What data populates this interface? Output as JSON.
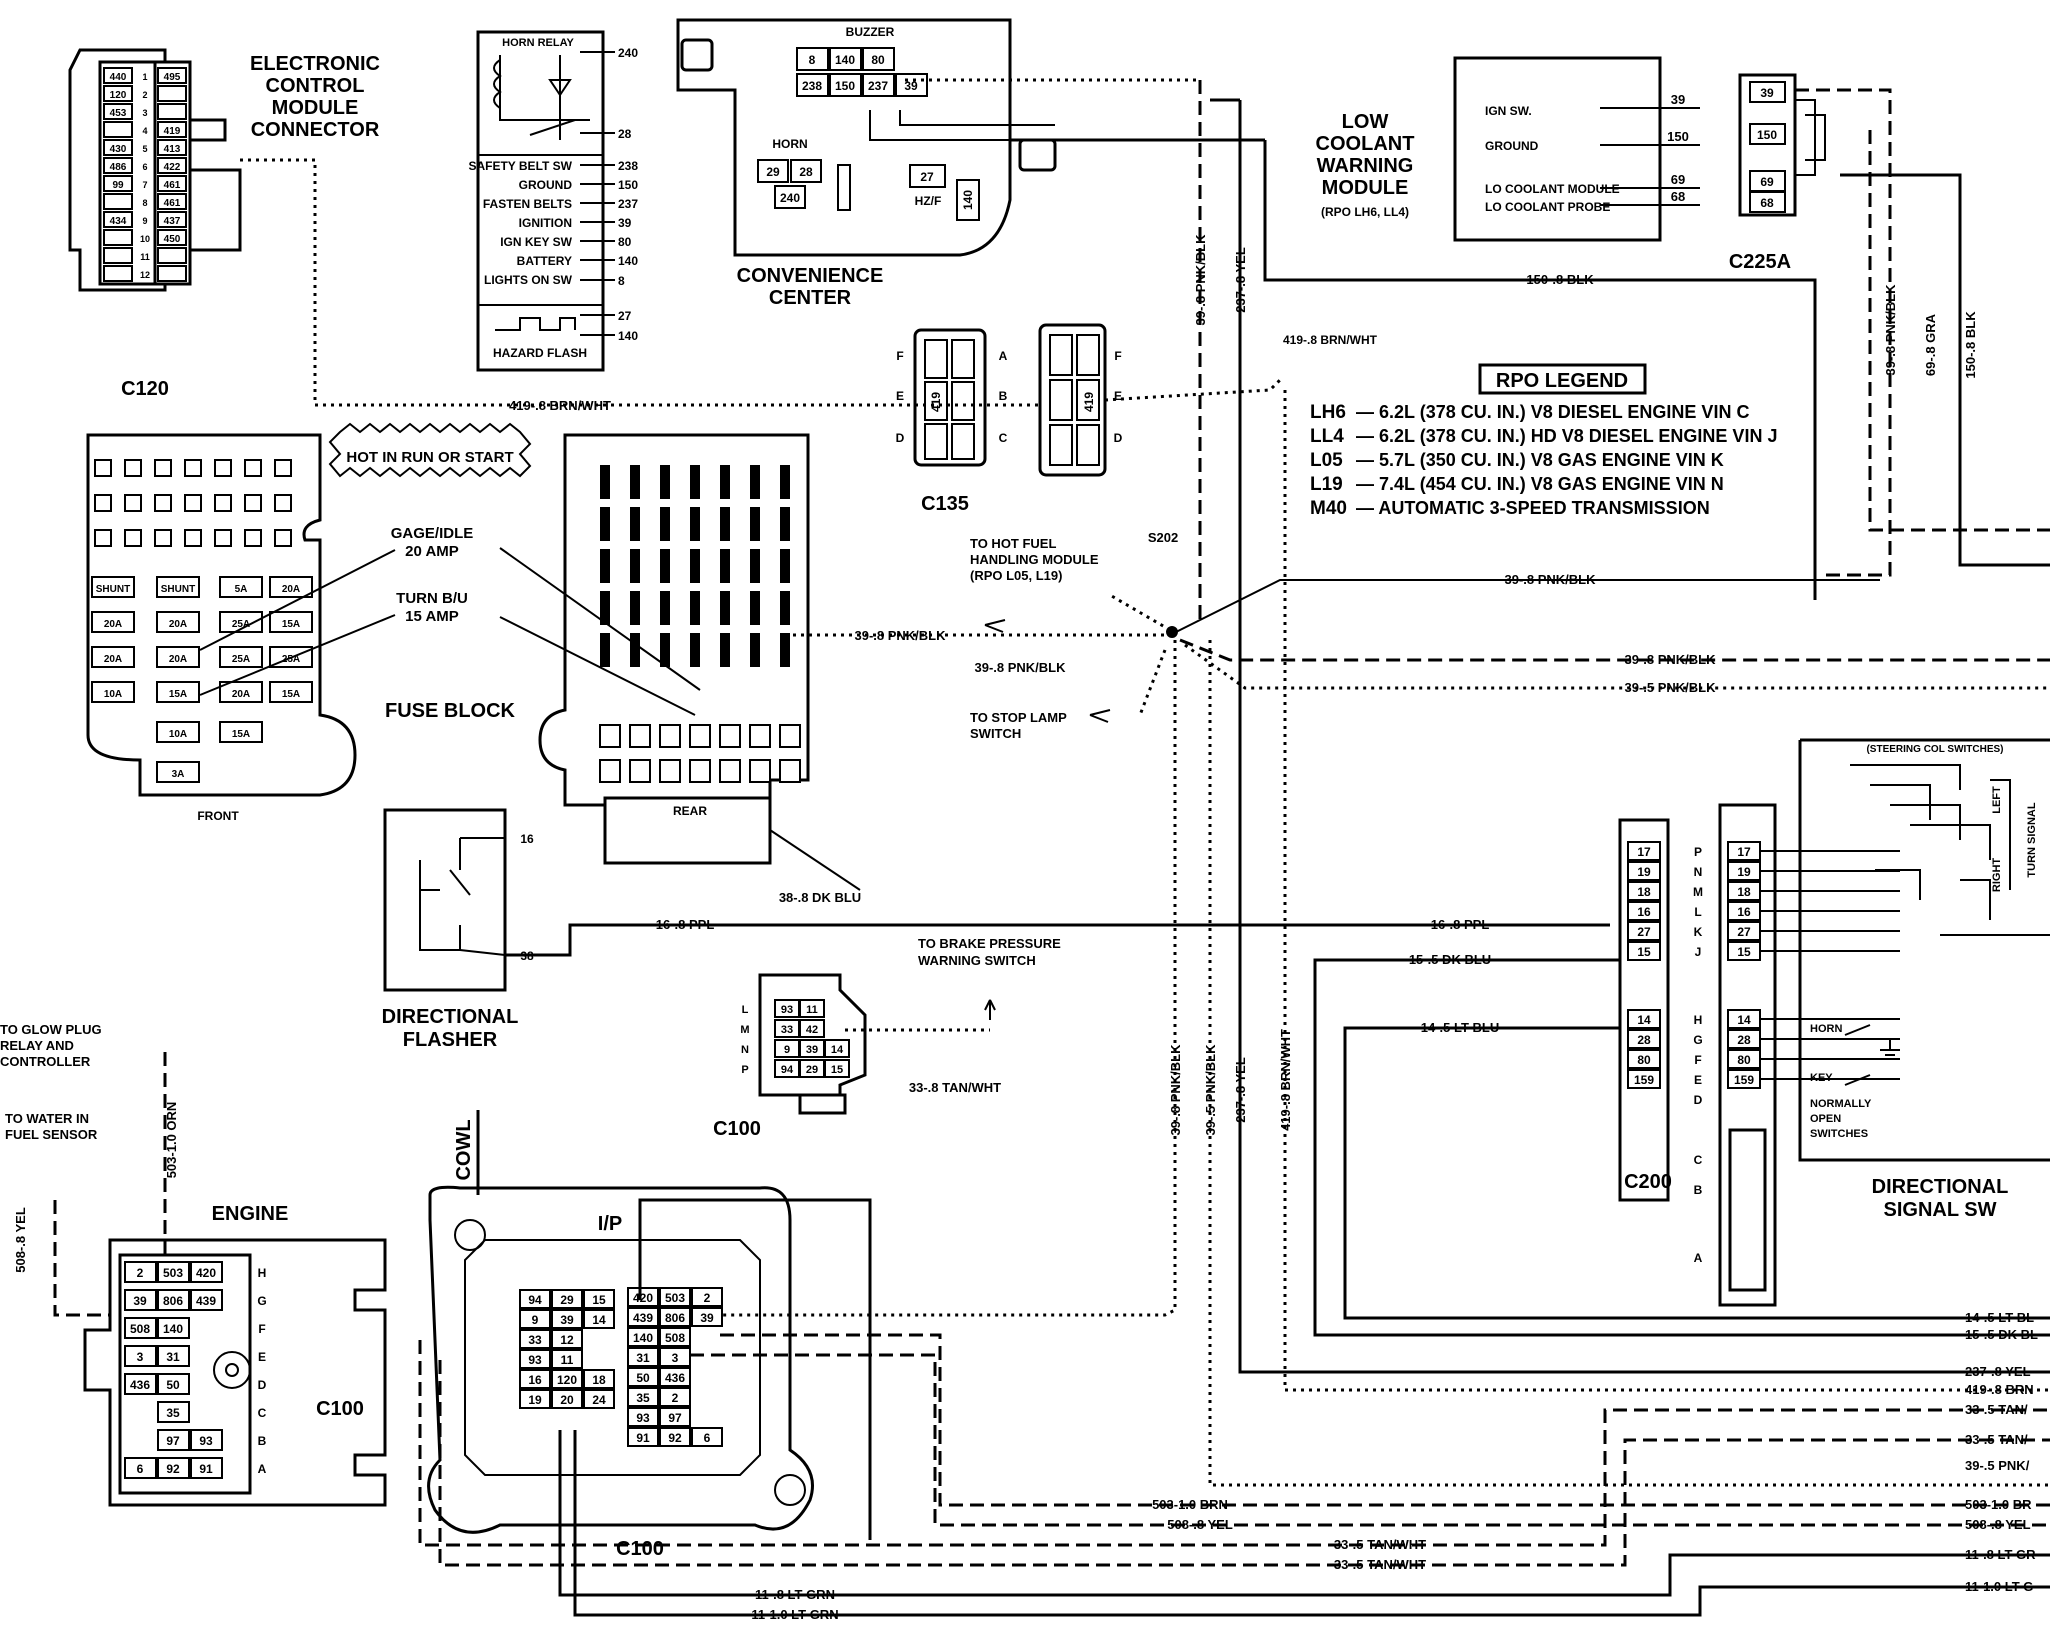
{
  "connectors": {
    "ecm_title": [
      "ELECTRONIC",
      "CONTROL",
      "MODULE",
      "CONNECTOR"
    ],
    "c120_label": "C120",
    "c120_pins": [
      "440",
      "120",
      "453",
      "",
      "430",
      "486",
      "99",
      "",
      "434"
    ],
    "c120_pins_r": [
      "495",
      "",
      "",
      "419",
      "413",
      "422",
      "461",
      "461",
      "437",
      "450"
    ],
    "c120_nums": [
      "1",
      "2",
      "3",
      "4",
      "5",
      "6",
      "7",
      "8",
      "9",
      "10",
      "11",
      "12"
    ],
    "c135_label": "C135",
    "c135_pin": "419",
    "c135_letters": [
      "F",
      "E",
      "D",
      "A",
      "B",
      "C",
      "F",
      "E",
      "D"
    ],
    "c225a_label": "C225A",
    "c225a_pins": [
      "39",
      "150",
      "69",
      "68"
    ],
    "c100_top_label": "C100",
    "c100_top_pins": [
      [
        "93",
        "11"
      ],
      [
        "33",
        "42"
      ],
      [
        "9",
        "39",
        "14"
      ],
      [
        "94",
        "29",
        "15"
      ]
    ],
    "c100_top_letters": [
      "L",
      "M",
      "N",
      "P"
    ],
    "c100_engine_label": "C100",
    "c100_ip_label": "C100",
    "c200_label": "C200",
    "c200_pins": [
      "17",
      "19",
      "18",
      "16",
      "27",
      "15",
      "14",
      "28",
      "80",
      "159"
    ],
    "c200_letters": [
      "P",
      "N",
      "M",
      "L",
      "K",
      "J",
      "H",
      "G",
      "F",
      "E",
      "D",
      "C",
      "B",
      "A"
    ]
  },
  "horn_relay": {
    "title": "HORN RELAY",
    "rows": [
      "SAFETY BELT SW",
      "GROUND",
      "FASTEN BELTS",
      "IGNITION",
      "IGN KEY SW",
      "BATTERY",
      "LIGHTS ON SW"
    ],
    "pins": [
      "240",
      "28",
      "238",
      "150",
      "237",
      "39",
      "80",
      "140",
      "8",
      "27",
      "140"
    ],
    "hazard": "HAZARD FLASH"
  },
  "convenience": {
    "title": [
      "CONVENIENCE",
      "CENTER"
    ],
    "buzzer": "BUZZER",
    "buzzer_pins": [
      "8",
      "140",
      "80",
      "238",
      "150",
      "237",
      "39"
    ],
    "horn": "HORN",
    "horn_pins": [
      "29",
      "28",
      "240"
    ],
    "hz": "HZ/F",
    "hz_pins": [
      "27",
      "140"
    ]
  },
  "low_coolant": {
    "title": [
      "LOW",
      "COOLANT",
      "WARNING",
      "MODULE"
    ],
    "rpo": "(RPO LH6, LL4)",
    "rows": [
      "IGN SW.",
      "GROUND",
      "LO COOLANT MODULE",
      "LO COOLANT PROBE"
    ],
    "pins": [
      "39",
      "150",
      "69",
      "68"
    ]
  },
  "rpo_legend": {
    "title": "RPO LEGEND",
    "items": [
      {
        "code": "LH6",
        "text": "— 6.2L (378 CU. IN.) V8 DIESEL ENGINE VIN C"
      },
      {
        "code": "LL4",
        "text": "— 6.2L (378 CU. IN.) HD V8 DIESEL ENGINE VIN J"
      },
      {
        "code": "L05",
        "text": "— 5.7L (350 CU. IN.) V8 GAS ENGINE VIN K"
      },
      {
        "code": "L19",
        "text": "— 7.4L (454 CU. IN.) V8 GAS ENGINE VIN N"
      },
      {
        "code": "M40",
        "text": "— AUTOMATIC 3-SPEED TRANSMISSION"
      }
    ]
  },
  "fuse_block": {
    "title": "FUSE BLOCK",
    "hot": "HOT IN RUN OR START",
    "front": "FRONT",
    "rear": "REAR",
    "gage": [
      "GAGE/IDLE",
      "20 AMP"
    ],
    "turn": [
      "TURN B/U",
      "15 AMP"
    ],
    "fuses": [
      "SHUNT",
      "SHUNT",
      "5A",
      "20A",
      "20A",
      "20A",
      "25A",
      "15A",
      "20A",
      "20A",
      "25A",
      "25A",
      "10A",
      "15A",
      "20A",
      "15A",
      "10A",
      "15A",
      "3A"
    ]
  },
  "flasher": {
    "title": [
      "DIRECTIONAL",
      "FLASHER"
    ],
    "pins": [
      "16",
      "38"
    ]
  },
  "directional_sw": {
    "title": [
      "DIRECTIONAL",
      "SIGNAL SW"
    ],
    "steering": "(STEERING COL SWITCHES)",
    "left": "LEFT",
    "right": "RIGHT",
    "turn_signal": "TURN SIGNAL",
    "horn": "HORN",
    "key": "KEY",
    "normally": [
      "NORMALLY",
      "OPEN",
      "SWITCHES"
    ]
  },
  "engine": {
    "label": "ENGINE",
    "pins": [
      [
        "2",
        "503",
        "420"
      ],
      [
        "39",
        "806",
        "439"
      ],
      [
        "508",
        "140",
        ""
      ],
      [
        "3",
        "31",
        ""
      ],
      [
        "436",
        "50",
        ""
      ],
      [
        "",
        "35",
        ""
      ],
      [
        "",
        "97",
        "93"
      ],
      [
        "6",
        "92",
        "91"
      ]
    ],
    "letters": [
      "H",
      "G",
      "F",
      "E",
      "D",
      "C",
      "B",
      "A"
    ]
  },
  "ip": {
    "cowl": "COWL",
    "label": "I/P",
    "left_pins": [
      [
        "94",
        "29",
        "15"
      ],
      [
        "9",
        "39",
        "14"
      ],
      [
        "33",
        "12",
        ""
      ],
      [
        "93",
        "11",
        ""
      ],
      [
        "16",
        "120",
        "18"
      ],
      [
        "19",
        "20",
        "24"
      ]
    ],
    "right_pins": [
      [
        "420",
        "503",
        "2"
      ],
      [
        "439",
        "806",
        "39"
      ],
      [
        "140",
        "508",
        ""
      ],
      [
        "31",
        "3",
        ""
      ],
      [
        "50",
        "436",
        ""
      ],
      [
        "35",
        "2",
        ""
      ],
      [
        "93",
        "97",
        ""
      ],
      [
        "91",
        "92",
        "6"
      ]
    ]
  },
  "notes": {
    "hot_fuel": [
      "TO HOT FUEL",
      "HANDLING MODULE",
      "(RPO L05, L19)"
    ],
    "stop_lamp": [
      "TO STOP LAMP",
      "SWITCH"
    ],
    "brake": [
      "TO BRAKE PRESSURE",
      "WARNING SWITCH"
    ],
    "glow": [
      "TO GLOW PLUG",
      "RELAY AND",
      "CONTROLLER"
    ],
    "water": [
      "TO WATER IN",
      "FUEL SENSOR"
    ],
    "s202": "S202"
  },
  "wires": {
    "w419": "419-.8 BRN/WHT",
    "w419b": "419-.8 BRN/WHT",
    "w150": "150-.8 BLK",
    "w39a": "39-.8 PNK/BLK",
    "w39b": "39-.8 PNK/BLK",
    "w39c": "39-.8 PNK/BLK",
    "w39d": "39-.8 PNK/BLK",
    "w39e": "39-.5 PNK/BLK",
    "w38": "38-.8 DK BLU",
    "w16": "16-.8 PPL",
    "w16b": "16-.8 PPL",
    "w15": "15-.5 DK BLU",
    "w14": "14-.5 LT BLU",
    "w33": "33-.8 TAN/WHT",
    "w503": "503-1.0 ORN",
    "w508": "508-.8 YEL",
    "w503b": "503-1.0 BRN",
    "w508b": "508-.8 YEL",
    "w33a": "33-.5 TAN/WHT",
    "w33b": "33-.5 TAN/WHT",
    "w11a": "11-.8 LT GRN",
    "w11b": "11-1.0 LT GRN",
    "v39a": "39-.8 PNK/BLK",
    "v237": "237-.8 YEL",
    "v39b": "39-.8 PNK/BLK",
    "v39c": "39-.5 PNK/BLK",
    "v237b": "237-.8 YEL",
    "v419": "419-.8 BRN/WHT",
    "v39r": "39-.8 PNK/BLK",
    "v69": "69-.8 GRA",
    "v150": "150-.8 BLK",
    "r14": "14-.5 LT BL",
    "r15": "15-.5 DK BL",
    "r237": "237-.8 YEL",
    "r419": "419-.8 BRN",
    "r33a": "33-.5 TAN/",
    "r33b": "33-.5 TAN/",
    "r39": "39-.5 PNK/",
    "r503": "503-1.0 BR",
    "r508": "508-.8 YEL",
    "r11a": "11-.8 LT GR",
    "r11b": "11-1.0 LT G"
  }
}
